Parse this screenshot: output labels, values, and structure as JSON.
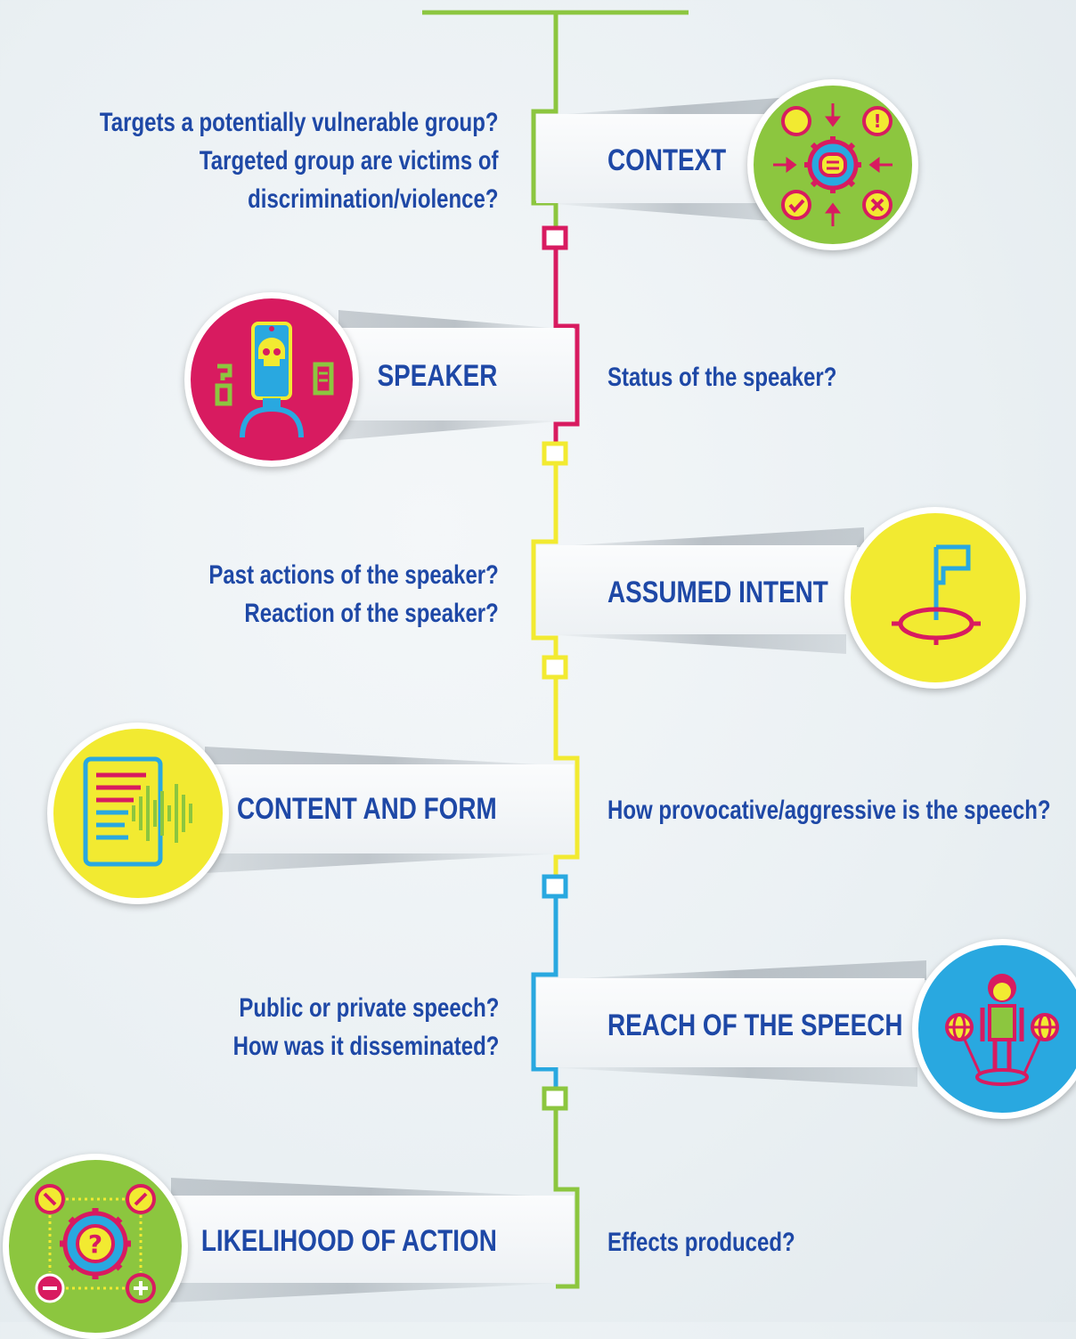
{
  "colors": {
    "green": "#8cc63f",
    "magenta": "#d81b60",
    "yellow": "#f2ea31",
    "blue": "#29a8e0",
    "text": "#1e48a6"
  },
  "stages": [
    {
      "label": "CONTEXT",
      "side": "right",
      "color": "#8cc63f",
      "icon": "context-gear-icon",
      "questions": [
        "Targets a potentially vulnerable group?",
        "Targeted group are victims of",
        "discrimination/violence?"
      ]
    },
    {
      "label": "SPEAKER",
      "side": "left",
      "color": "#d81b60",
      "icon": "speaker-skull-icon",
      "questions": [
        "Status of the speaker?"
      ]
    },
    {
      "label": "ASSUMED INTENT",
      "side": "right",
      "color": "#f2ea31",
      "icon": "flag-target-icon",
      "questions": [
        "Past actions of the speaker?",
        "Reaction of the speaker?"
      ]
    },
    {
      "label": "CONTENT AND FORM",
      "side": "left",
      "color": "#f2ea31",
      "icon": "document-soundwave-icon",
      "questions": [
        "How provocative/aggressive is the speech?"
      ]
    },
    {
      "label": "REACH OF THE SPEECH",
      "side": "right",
      "color": "#29a8e0",
      "icon": "person-globes-icon",
      "questions": [
        "Public or private speech?",
        "How was it disseminated?"
      ]
    },
    {
      "label": "LIKELIHOOD OF ACTION",
      "side": "left",
      "color": "#8cc63f",
      "icon": "question-gear-icon",
      "questions": [
        "Effects produced?"
      ]
    }
  ]
}
